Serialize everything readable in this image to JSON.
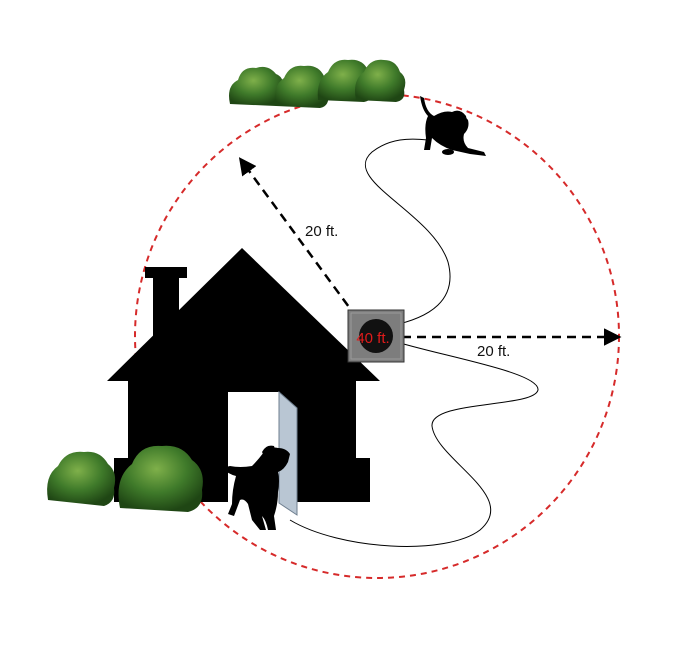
{
  "labels": {
    "radius_up": "20 ft.",
    "radius_right": "20 ft.",
    "cable_length": "40 ft."
  },
  "colors": {
    "boundary": "#d62a2a",
    "cable_label": "#e01b1b",
    "silhouette": "#000000",
    "door": "#b9c6d3",
    "bush": "#3f7a2a",
    "bush_dark": "#25521a",
    "base_box": "#7d7d7d"
  }
}
